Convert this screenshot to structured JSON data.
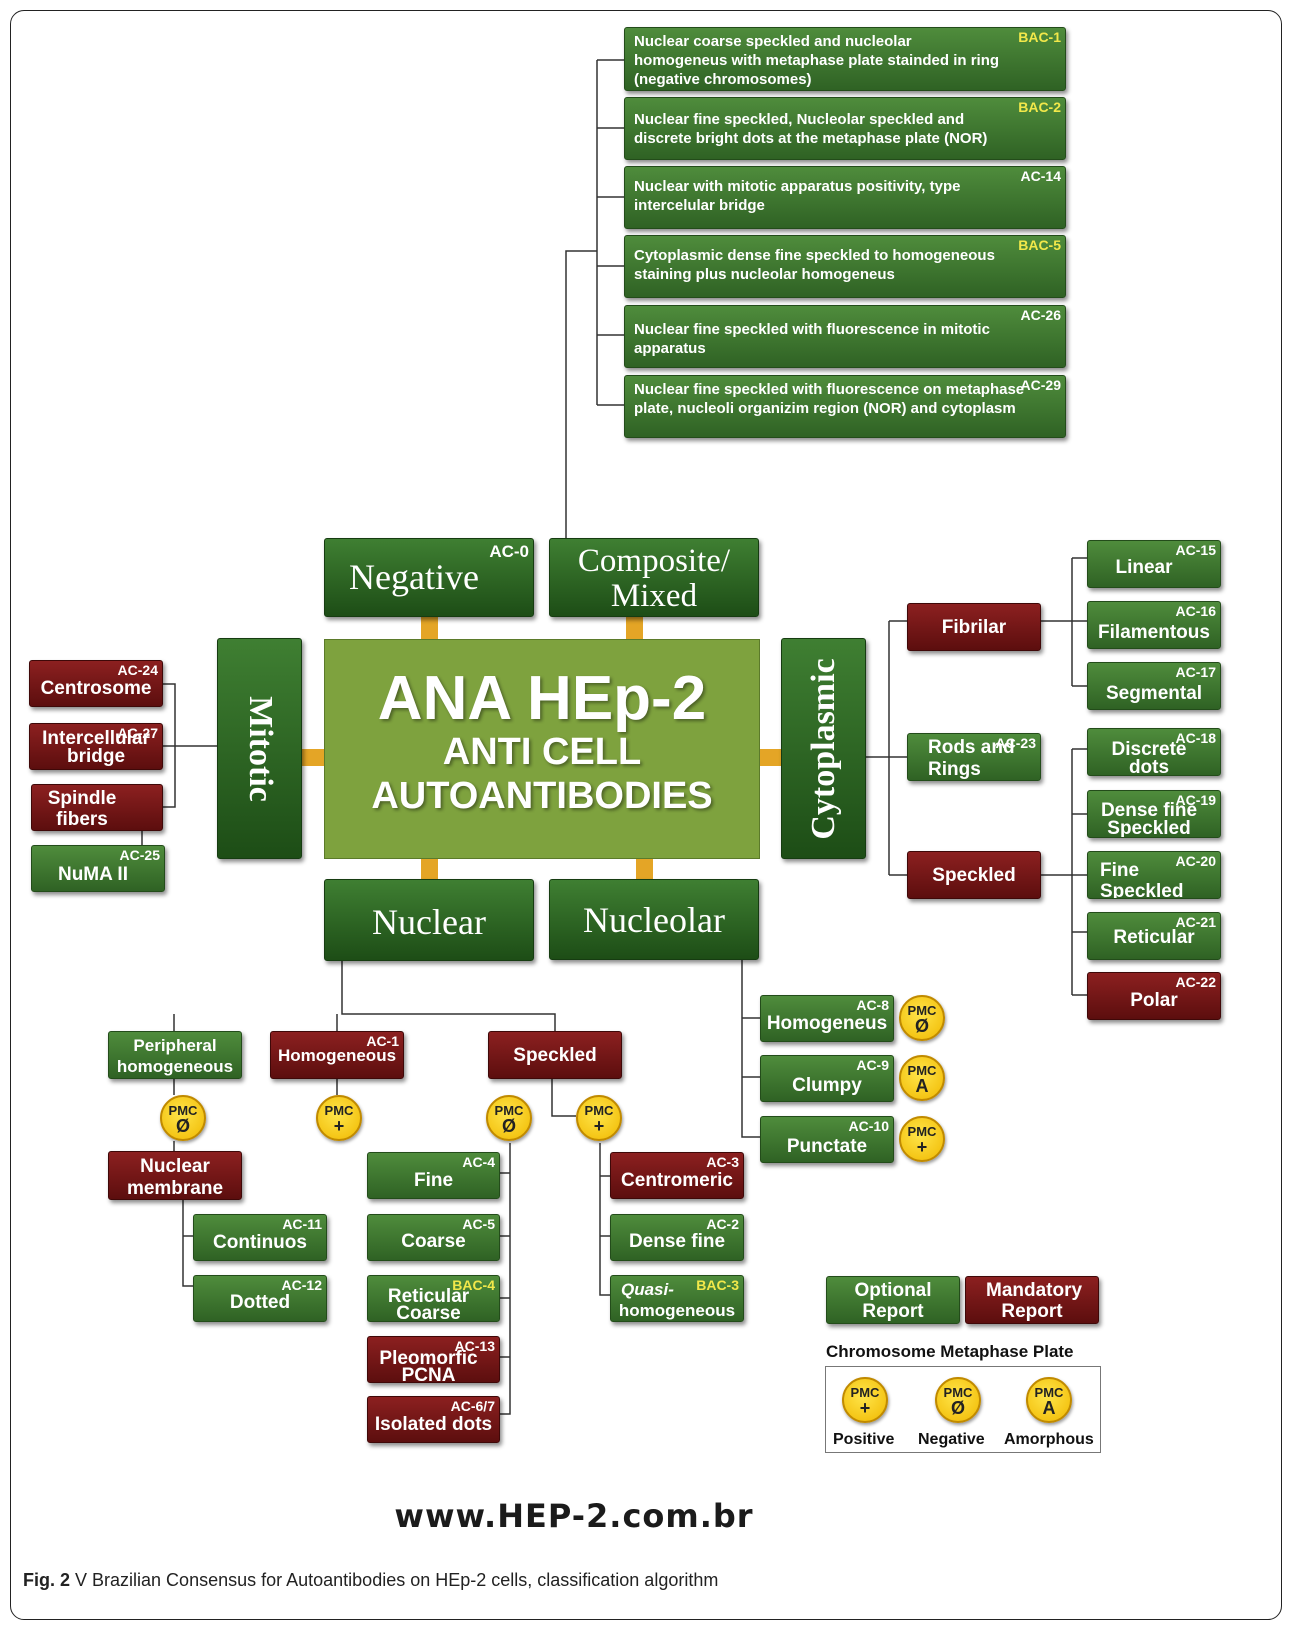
{
  "center": {
    "line1": "ANA HEp-2",
    "line2": "ANTI CELL",
    "line3": "AUTOANTIBODIES"
  },
  "categories": {
    "negative": {
      "label": "Negative",
      "code": "AC-0"
    },
    "composite": {
      "label1": "Composite/",
      "label2": "Mixed"
    },
    "mitotic": "Mitotic",
    "cytoplasmic": "Cytoplasmic",
    "nuclear": "Nuclear",
    "nucleolar": "Nucleolar"
  },
  "composite_patterns": [
    {
      "code": "BAC-1",
      "text": "Nuclear coarse speckled and nucleolar homogeneus with metaphase plate stainded  in ring  (negative chromosomes)"
    },
    {
      "code": "BAC-2",
      "text": "Nuclear fine speckled, Nucleolar speckled and discrete bright dots at the metaphase plate (NOR)"
    },
    {
      "code": "AC-14",
      "text": "Nuclear with mitotic apparatus positivity, type intercelular bridge"
    },
    {
      "code": "BAC-5",
      "text": "Cytoplasmic  dense fine speckled to homogeneous staining plus nucleolar homogeneus"
    },
    {
      "code": "AC-26",
      "text": "Nuclear fine speckled with fluorescence in mitotic apparatus"
    },
    {
      "code": "AC-29",
      "text": "Nuclear fine speckled with fluorescence on metaphase plate, nucleoli organizim region (NOR) and cytoplasm"
    }
  ],
  "mitotic_items": [
    {
      "code": "AC-24",
      "label": "Centrosome"
    },
    {
      "code": "AC-27",
      "label": "Intercellular bridge"
    },
    {
      "code": "",
      "label": "Spindle fibers"
    },
    {
      "code": "AC-25",
      "label": "NuMA II"
    }
  ],
  "cytoplasmic": {
    "fibrilar": "Fibrilar",
    "rods": {
      "label": "Rods and Rings",
      "code": "AC-23"
    },
    "speckled": "Speckled",
    "fibrilar_items": [
      {
        "code": "AC-15",
        "label": "Linear"
      },
      {
        "code": "AC-16",
        "label": "Filamentous"
      },
      {
        "code": "AC-17",
        "label": "Segmental"
      }
    ],
    "speckled_items": [
      {
        "code": "AC-18",
        "label": "Discrete dots"
      },
      {
        "code": "AC-19",
        "label": "Dense fine Speckled"
      },
      {
        "code": "AC-20",
        "label": "Fine Speckled"
      },
      {
        "code": "AC-21",
        "label": "Reticular"
      },
      {
        "code": "AC-22",
        "label": "Polar"
      }
    ]
  },
  "nuclear": {
    "peripheral": "Peripheral homogeneous",
    "homogeneous": {
      "label": "Homogeneous",
      "code": "AC-1"
    },
    "speckled": "Speckled",
    "membrane": "Nuclear membrane",
    "membrane_items": [
      {
        "code": "AC-11",
        "label": "Continuos"
      },
      {
        "code": "AC-12",
        "label": "Dotted"
      }
    ],
    "pmc_negative_items": [
      {
        "code": "AC-4",
        "label": "Fine"
      },
      {
        "code": "AC-5",
        "label": "Coarse"
      },
      {
        "code": "BAC-4",
        "label": "Reticular Coarse"
      },
      {
        "code": "AC-13",
        "label": "Pleomorfic PCNA"
      },
      {
        "code": "AC-6/7",
        "label": "Isolated dots"
      }
    ],
    "pmc_positive_items": [
      {
        "code": "AC-3",
        "label": "Centromeric"
      },
      {
        "code": "AC-2",
        "label": "Dense fine"
      },
      {
        "code": "BAC-3",
        "label": "Quasi-",
        "label2": "homogeneous"
      }
    ]
  },
  "nucleolar_items": [
    {
      "code": "AC-8",
      "label": "Homogeneus",
      "pmc": "Ø"
    },
    {
      "code": "AC-9",
      "label": "Clumpy",
      "pmc": "A"
    },
    {
      "code": "AC-10",
      "label": "Punctate",
      "pmc": "+"
    }
  ],
  "pmc": {
    "label": "PMC",
    "positive": "+",
    "negative": "Ø",
    "amorphous": "A"
  },
  "legend": {
    "optional": "Optional Report",
    "mandatory": "Mandatory Report",
    "title": "Chromosome Metaphase Plate",
    "positive": "Positive",
    "negative": "Negative",
    "amorphous": "Amorphous"
  },
  "website": "www.HEP-2.com.br",
  "caption": {
    "fig": "Fig. 2",
    "text": " V Brazilian Consensus for Autoantibodies on HEp-2 cells, classification algorithm"
  },
  "colors": {
    "optional": "#3f7f32",
    "mandatory": "#7a1515",
    "center": "#7ea23e",
    "pmc": "#f5c518",
    "connector": "#e4a526"
  }
}
